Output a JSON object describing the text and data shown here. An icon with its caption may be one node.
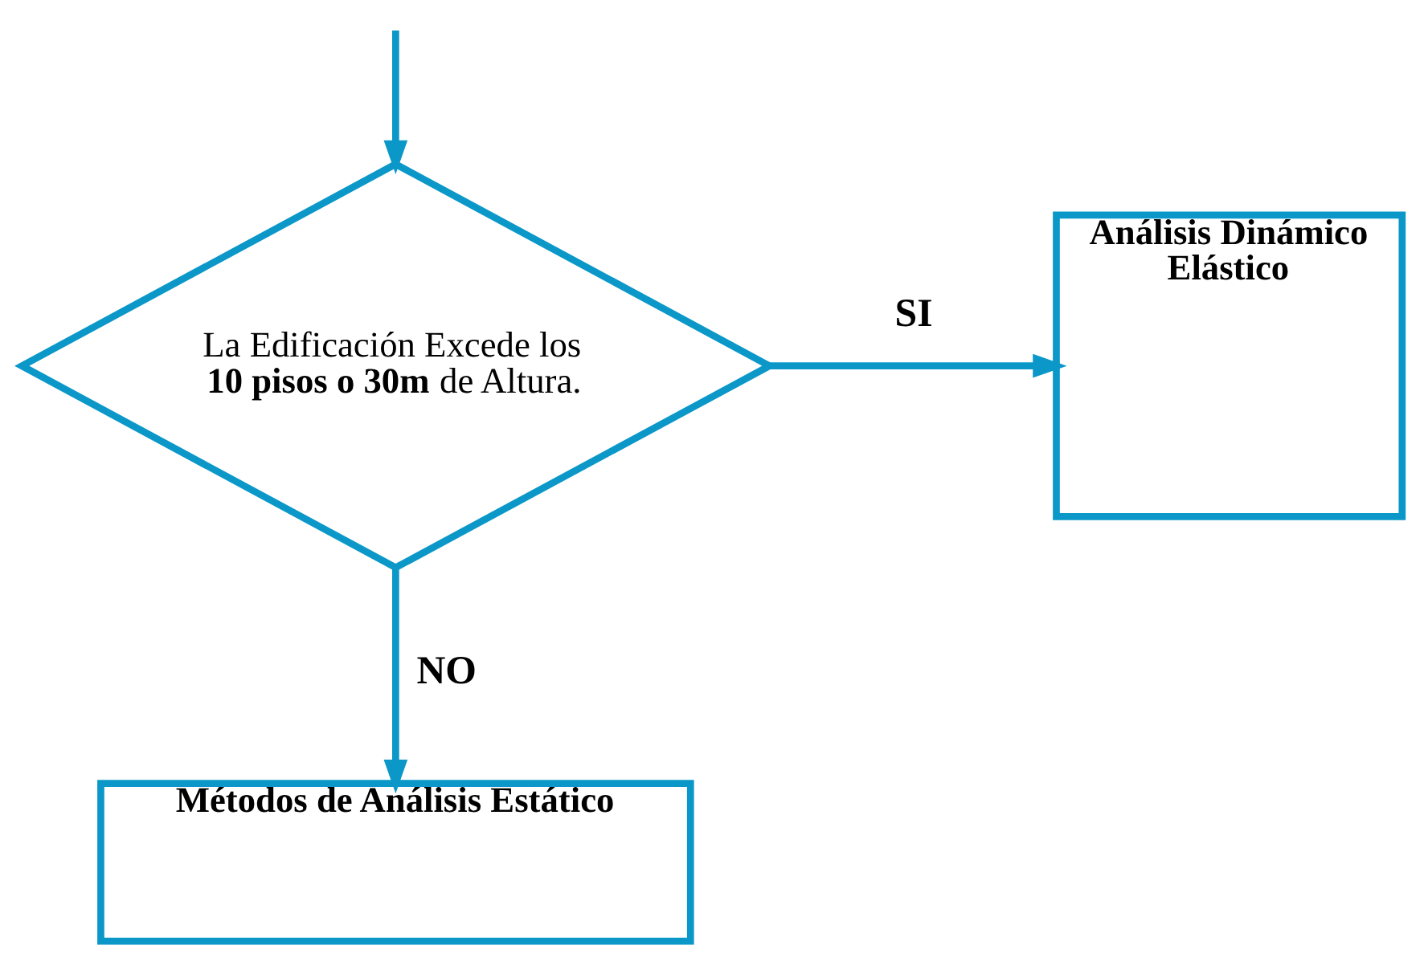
{
  "diagram": {
    "nodes": [
      {
        "text": [
          "La Edificación Excede los **10 pisos o 30m** de Altura."
        ]
      },
      {
        "text": [
          "Análisis Dinámico Elástico"
        ]
      },
      {
        "text": [
          "Métodos de Análisis Estático"
        ]
      }
    ],
    "edges": [
      {
        "from": null,
        "to": 0,
        "arrow": "to"
      },
      {
        "from": 0,
        "to": 1,
        "arrow": "to",
        "label": "SI"
      },
      {
        "from": 0,
        "to": 2,
        "arrow": "to",
        "label": "NO"
      }
    ]
  }
}
